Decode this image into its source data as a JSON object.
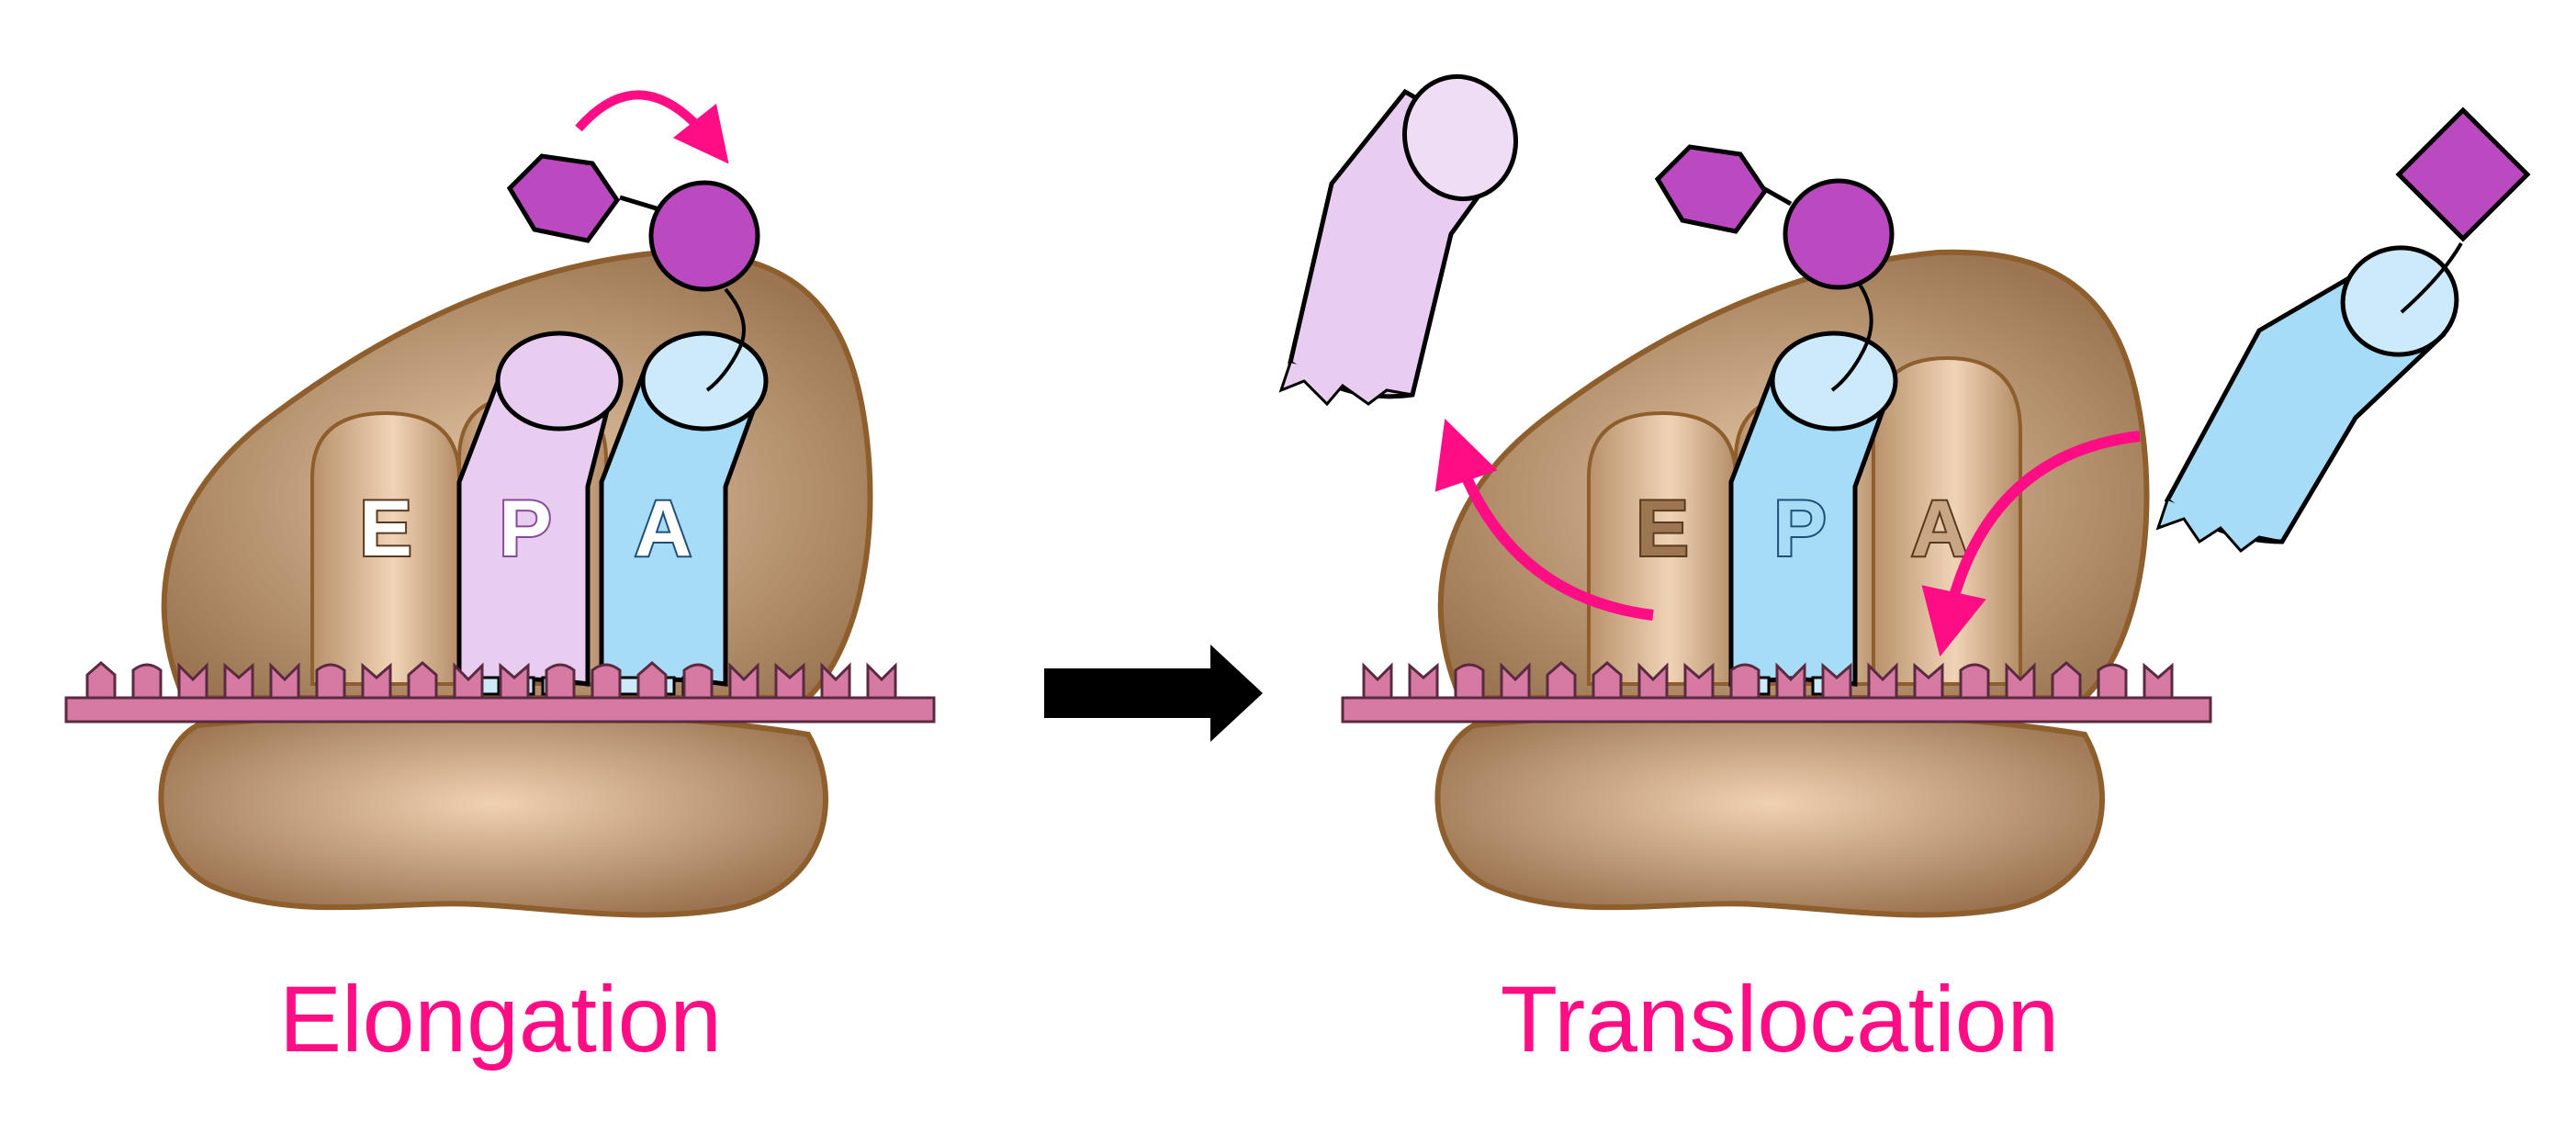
{
  "colors": {
    "highlight": "#ff0d85",
    "ribosome_brown": "#9a7350",
    "ribosome_outline": "#8f5e2d",
    "mrna_pink": "#d67aa3",
    "trna_purple": "#e8cdf1",
    "trna_blue": "#a7dcf7",
    "amino_acid_magenta": "#bb4ac0",
    "arrow_black": "#000000"
  },
  "elongation": {
    "caption": "Elongation",
    "sites": [
      "E",
      "P",
      "A"
    ]
  },
  "translocation": {
    "caption": "Translocation",
    "sites": [
      "E",
      "P",
      "A"
    ]
  }
}
